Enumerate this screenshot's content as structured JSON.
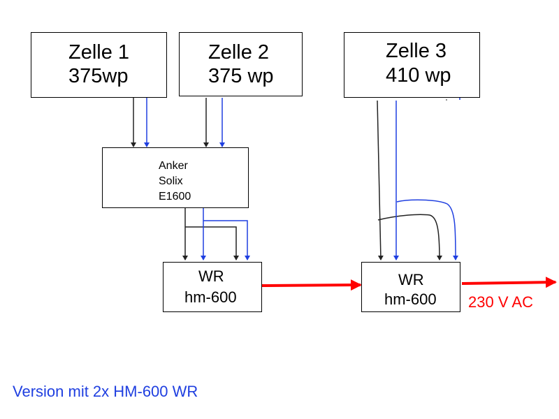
{
  "colors": {
    "black_line": "#222222",
    "blue_line": "#1f3fe0",
    "red_line": "#ff0000",
    "green_mark": "#137a13"
  },
  "cells": [
    {
      "name": "Zelle 1",
      "power": "375wp"
    },
    {
      "name": "Zelle 2",
      "power": "375 wp"
    },
    {
      "name": "Zelle 3",
      "power": "410 wp"
    }
  ],
  "storage": {
    "lines": [
      "Anker",
      "Solix",
      "E1600"
    ]
  },
  "inverters": [
    {
      "name": "WR",
      "model": "hm-600"
    },
    {
      "name": "WR",
      "model": "hm-600"
    }
  ],
  "output_label": "230 V AC",
  "caption": "Version mit 2x HM-600 WR"
}
